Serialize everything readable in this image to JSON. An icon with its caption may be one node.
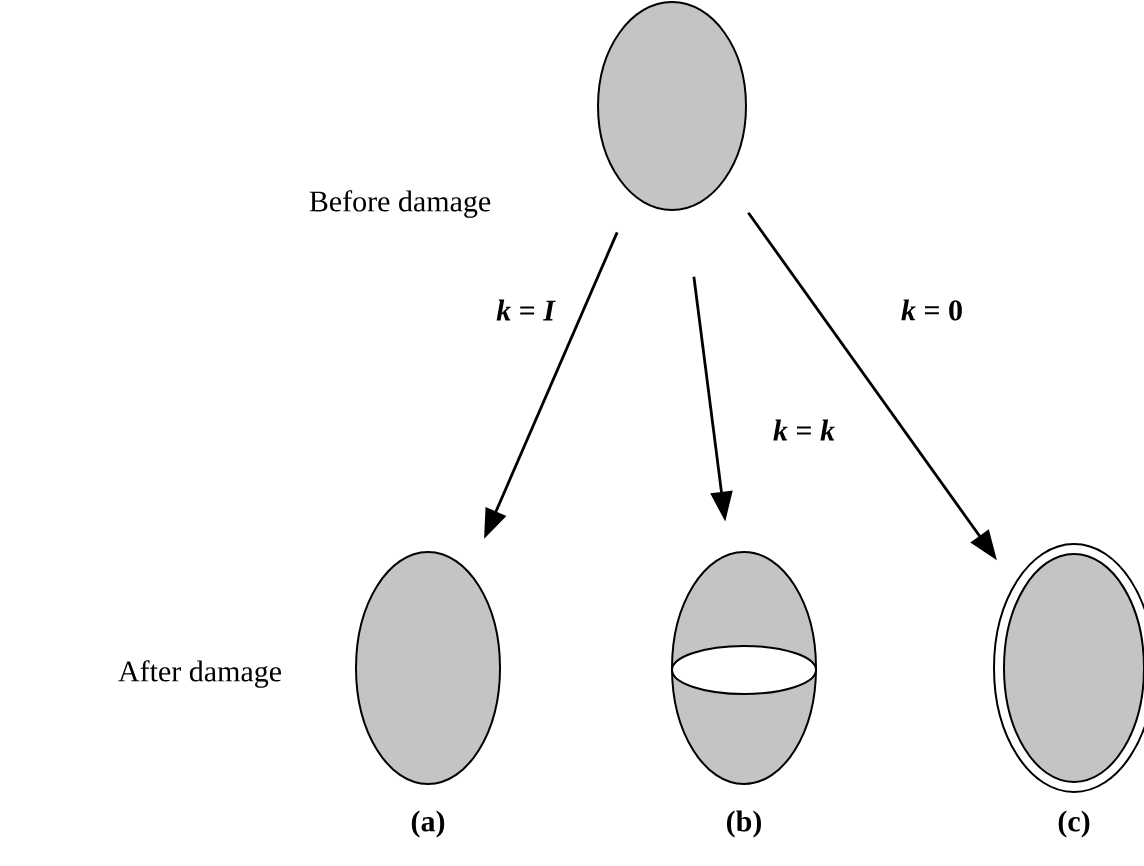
{
  "diagram": {
    "nodes": [
      {
        "text": [],
        "shape": "ellipse",
        "beside": [
          "Before damage"
        ]
      },
      {
        "text": [],
        "shape": "ellipse",
        "beside": [
          "(a)"
        ]
      },
      {
        "text": [],
        "shape": "ellipse",
        "beside": [
          "(b)"
        ]
      },
      {
        "text": [],
        "shape": "ellipse",
        "beside": [
          "(c)"
        ]
      }
    ],
    "edges": [
      {
        "from": 0,
        "to": 1,
        "arrow": "to",
        "label": "*k* = *I*"
      },
      {
        "from": 0,
        "to": 2,
        "arrow": "to",
        "label": "*k* = *k*"
      },
      {
        "from": 0,
        "to": 3,
        "arrow": "to",
        "label": "*k* = 0"
      }
    ],
    "labels": [
      "After damage"
    ]
  }
}
